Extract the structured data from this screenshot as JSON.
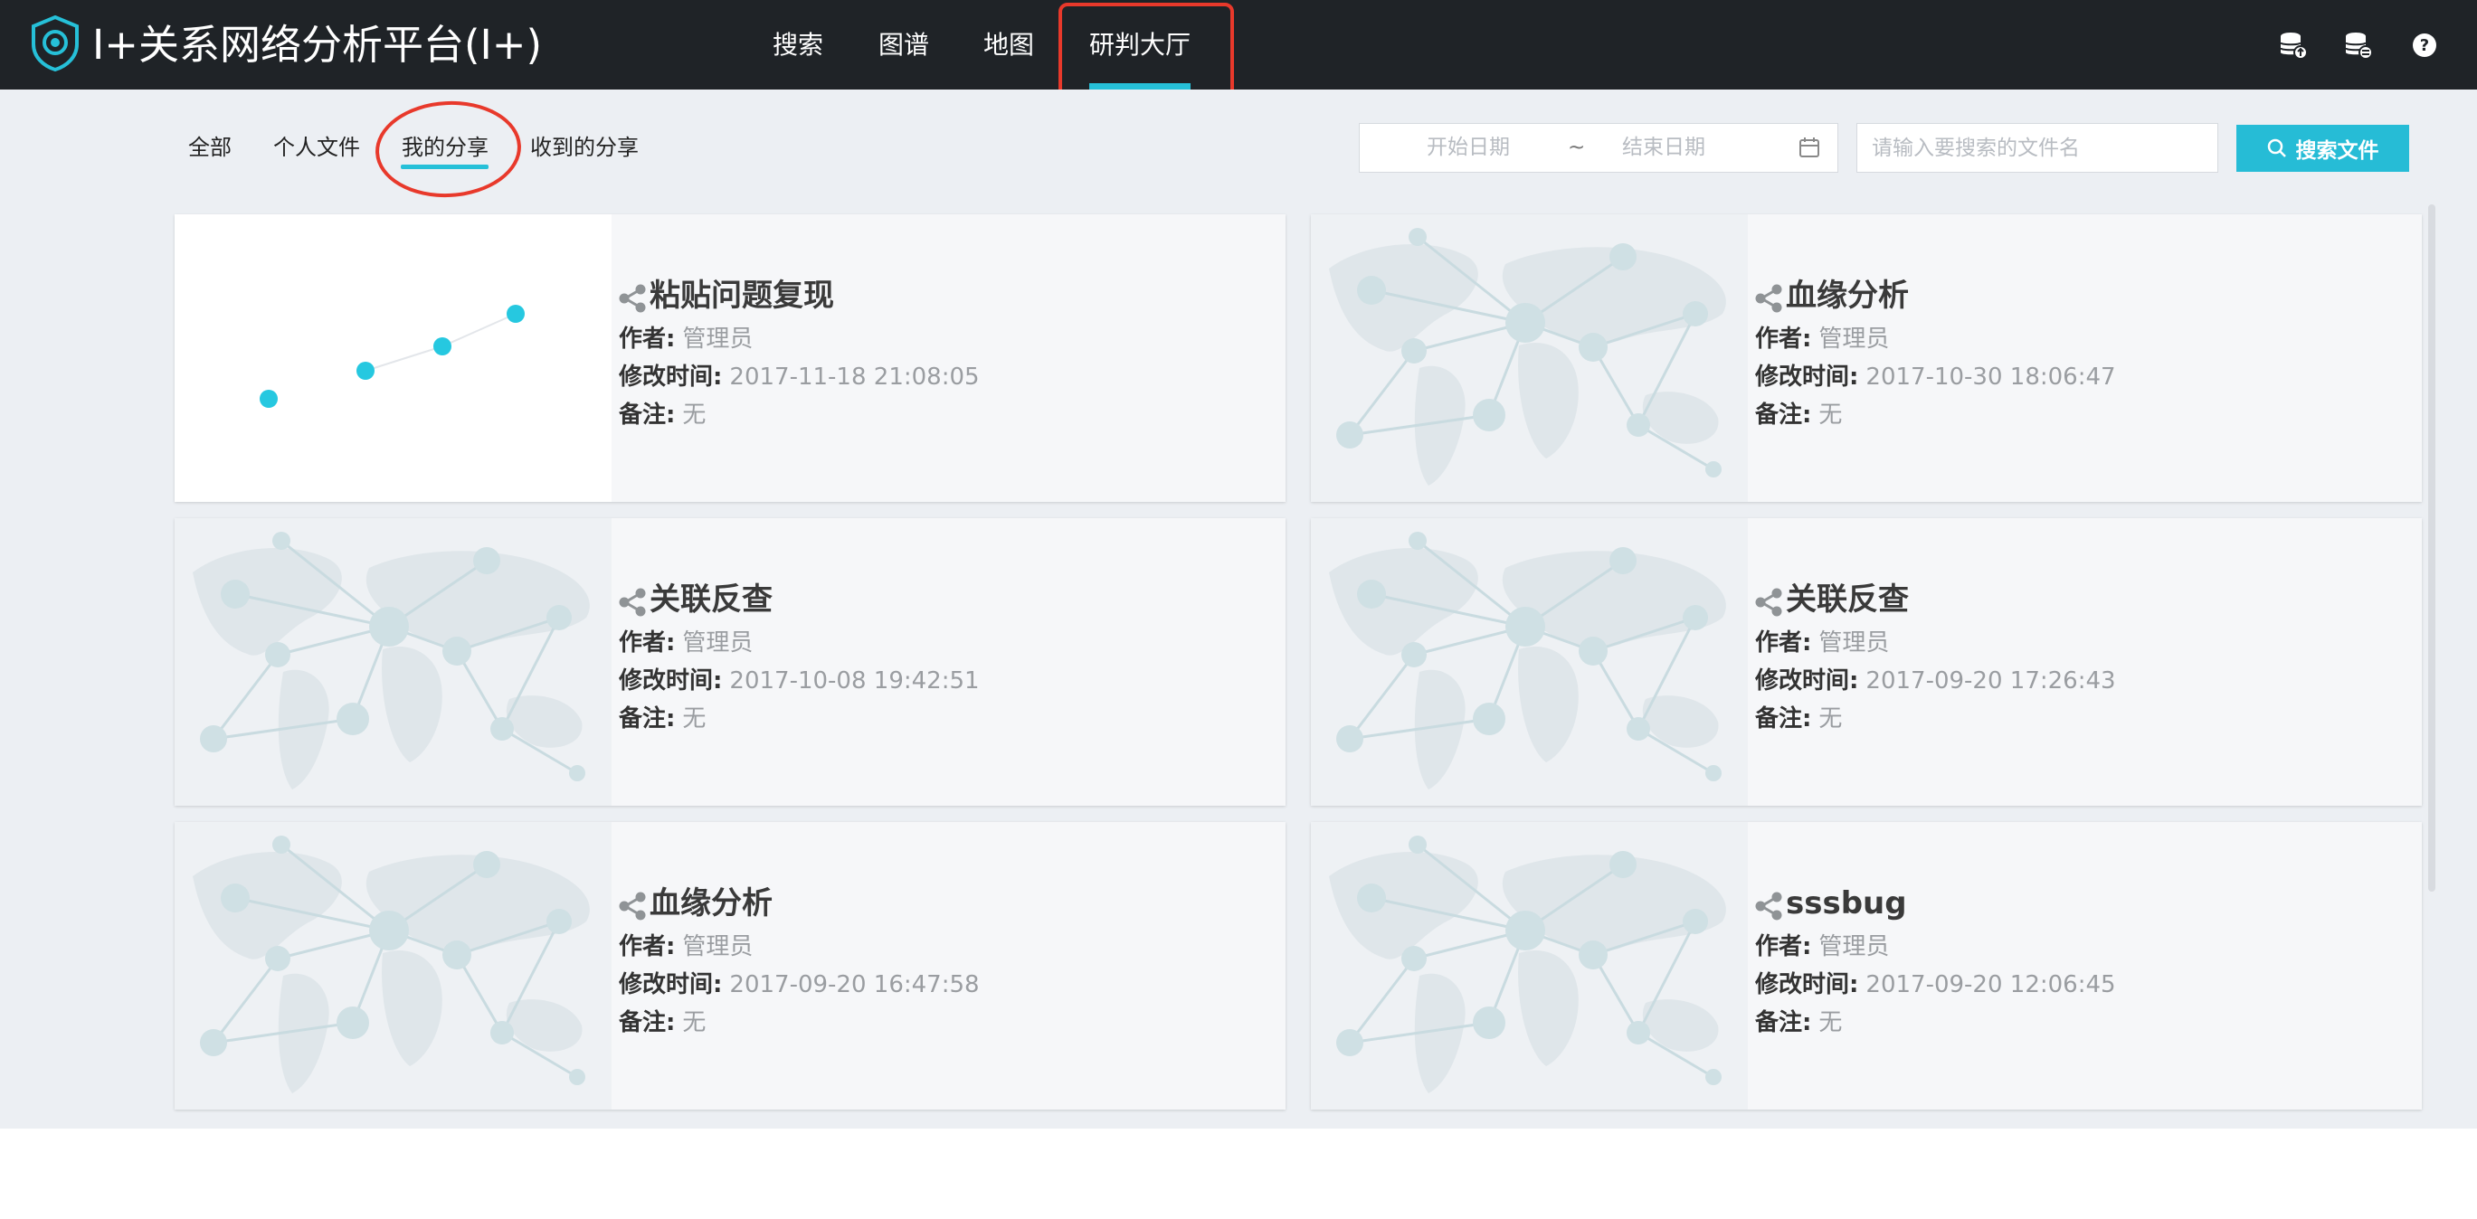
{
  "app": {
    "title": "I+关系网络分析平台(I+)"
  },
  "nav": {
    "items": [
      "搜索",
      "图谱",
      "地图",
      "研判大厅"
    ],
    "active": "研判大厅"
  },
  "top_icons": [
    "database-upload-icon",
    "database-list-icon",
    "help-icon"
  ],
  "subtabs": {
    "items": [
      "全部",
      "个人文件",
      "我的分享",
      "收到的分享"
    ],
    "active": "我的分享"
  },
  "filters": {
    "start_date_placeholder": "开始日期",
    "separator": "~",
    "end_date_placeholder": "结束日期",
    "search_placeholder": "请输入要搜索的文件名",
    "search_button_label": "搜索文件"
  },
  "labels": {
    "author": "作者:",
    "modified": "修改时间:",
    "note": "备注:"
  },
  "cards": [
    {
      "title": "粘贴问题复现",
      "author": "管理员",
      "modified": "2017-11-18 21:08:05",
      "note": "无",
      "thumbnail": "scatter"
    },
    {
      "title": "血缘分析",
      "author": "管理员",
      "modified": "2017-10-30 18:06:47",
      "note": "无",
      "thumbnail": "network-map"
    },
    {
      "title": "关联反查",
      "author": "管理员",
      "modified": "2017-10-08 19:42:51",
      "note": "无",
      "thumbnail": "network-map"
    },
    {
      "title": "关联反查",
      "author": "管理员",
      "modified": "2017-09-20 17:26:43",
      "note": "无",
      "thumbnail": "network-map"
    },
    {
      "title": "血缘分析",
      "author": "管理员",
      "modified": "2017-09-20 16:47:58",
      "note": "无",
      "thumbnail": "network-map"
    },
    {
      "title": "sssbug",
      "author": "管理员",
      "modified": "2017-09-20 12:06:45",
      "note": "无",
      "thumbnail": "network-map"
    }
  ],
  "colors": {
    "topbar": "#1f2327",
    "accent": "#26c0d8",
    "annotation": "#e8392b",
    "background": "#eceff3"
  }
}
